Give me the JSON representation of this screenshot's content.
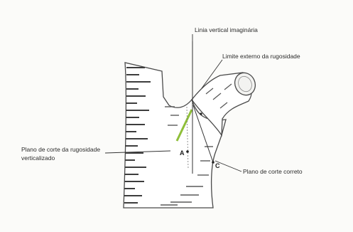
{
  "diagram": {
    "labels": {
      "top_line": "Linia vertical imaginária",
      "branch_edge": "Limite externo da rugosidade",
      "trunk_plane": "Plano de corte da rugosidade",
      "trunk_plane_line2": "verticalizado",
      "cut_plane": "Plano de corte correto"
    },
    "points": {
      "a": "A",
      "c": "C"
    }
  }
}
